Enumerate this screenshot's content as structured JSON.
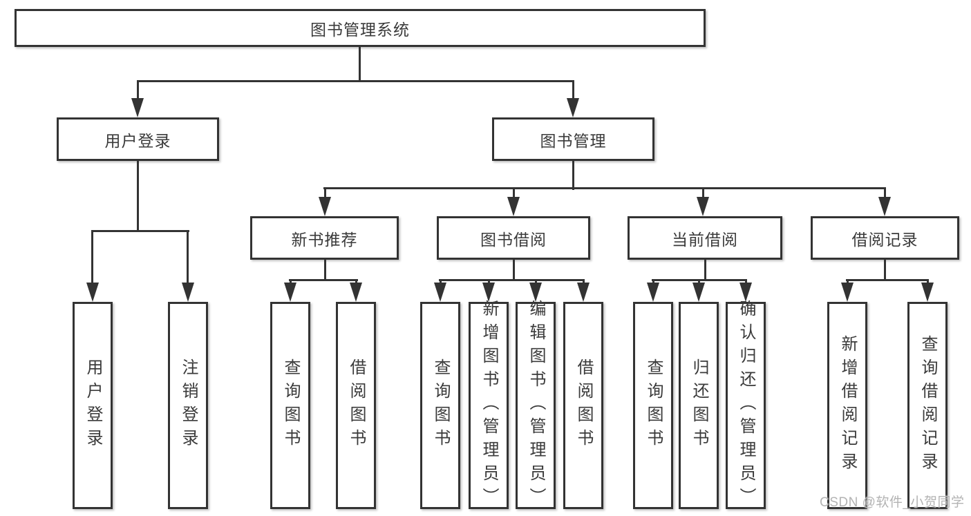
{
  "diagram": {
    "type": "hierarchy-tree",
    "root": {
      "label": "图书管理系统"
    },
    "branches": [
      {
        "label": "用户登录",
        "children": [
          {
            "label": "用户登录"
          },
          {
            "label": "注销登录"
          }
        ]
      },
      {
        "label": "图书管理",
        "children": [
          {
            "label": "新书推荐",
            "children": [
              {
                "label": "查询图书"
              },
              {
                "label": "借阅图书"
              }
            ]
          },
          {
            "label": "图书借阅",
            "children": [
              {
                "label": "查询图书"
              },
              {
                "label": "新增图书（管理员）"
              },
              {
                "label": "编辑图书（管理员）"
              },
              {
                "label": "借阅图书"
              }
            ]
          },
          {
            "label": "当前借阅",
            "children": [
              {
                "label": "查询图书"
              },
              {
                "label": "归还图书"
              },
              {
                "label": "确认归还（管理员）"
              }
            ]
          },
          {
            "label": "借阅记录",
            "children": [
              {
                "label": "新增借阅记录"
              },
              {
                "label": "查询借阅记录"
              }
            ]
          }
        ]
      }
    ]
  },
  "watermark": {
    "text": "CSDN @软件_小贺同学"
  },
  "colors": {
    "line": "#333333",
    "box_border": "#333333",
    "box_fill": "#ffffff",
    "text": "#3a3a3a",
    "watermark": "#b3b3b3",
    "background": "#ffffff"
  }
}
